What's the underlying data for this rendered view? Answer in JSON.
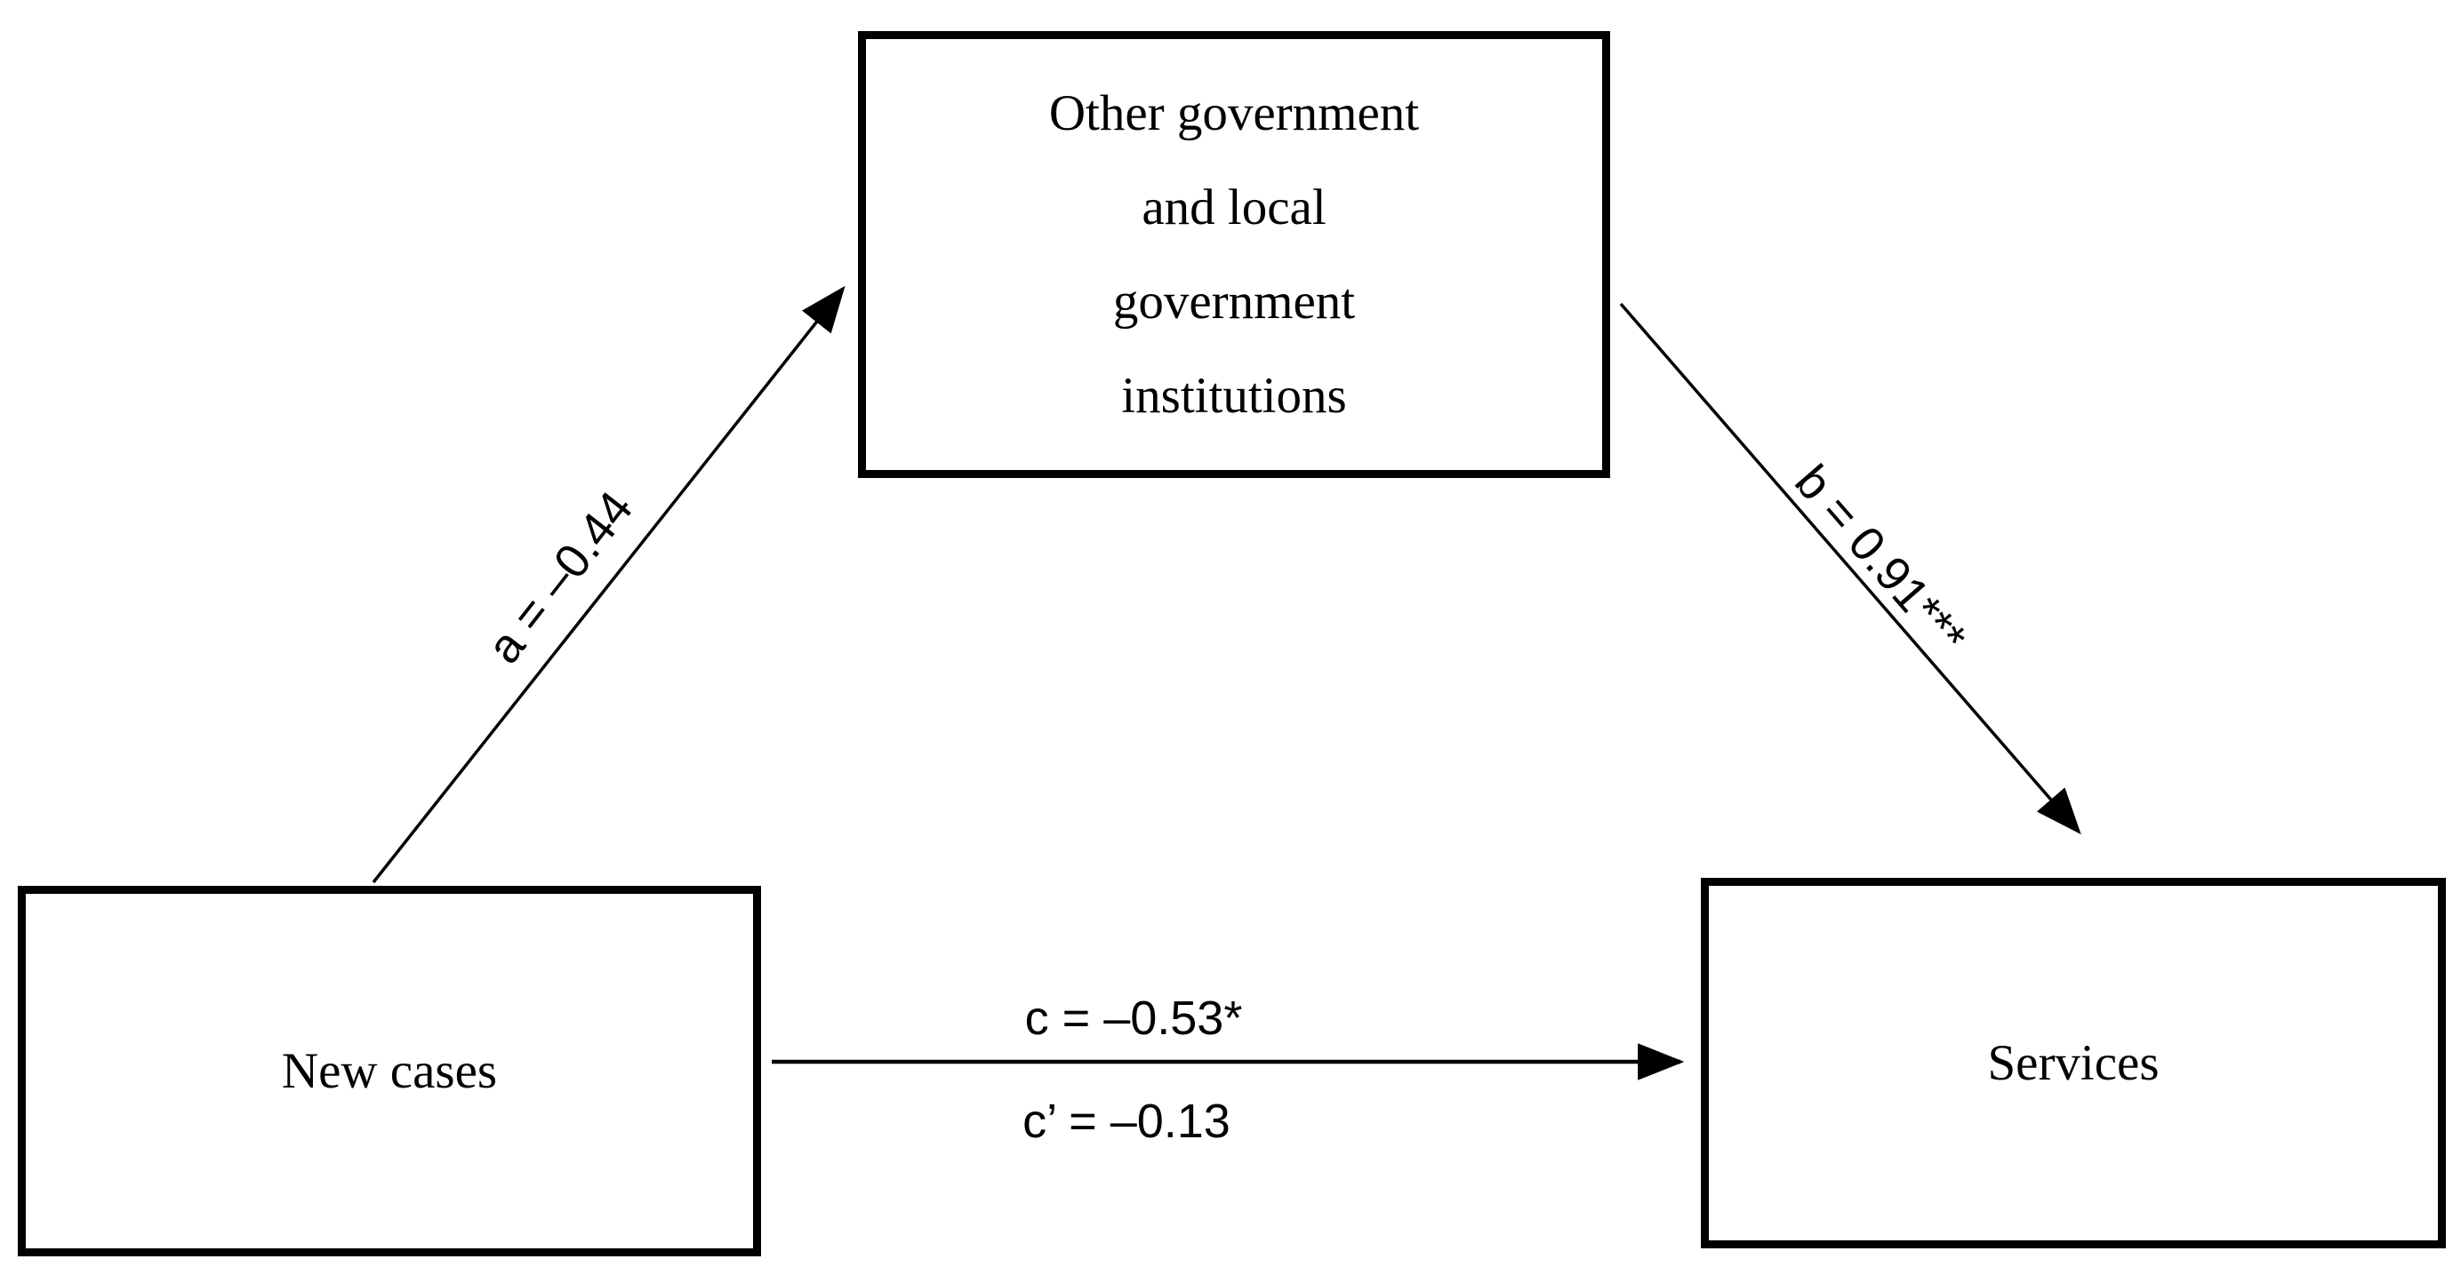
{
  "diagram": {
    "background_color": "#ffffff",
    "line_color": "#000000",
    "nodes": {
      "mediator": {
        "label": "Other government and local government institutions",
        "lines": [
          "Other government",
          "and local",
          "government",
          "institutions"
        ]
      },
      "predictor": {
        "label": "New cases"
      },
      "outcome": {
        "label": "Services"
      }
    },
    "paths": {
      "a": {
        "label": "a = –0.44"
      },
      "b": {
        "label": "b = 0.91***"
      },
      "c": {
        "label": "c = –0.53*"
      },
      "c_prime": {
        "label": "c’ = –0.13"
      }
    }
  }
}
